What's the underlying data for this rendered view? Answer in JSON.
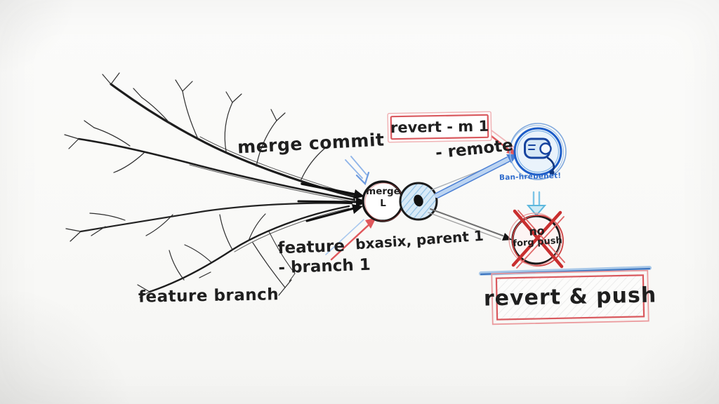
{
  "labels": {
    "merge_commit": "merge commit",
    "merge_node_line1": "merge",
    "merge_node_line2": "L",
    "feature_line1": "feature",
    "feature_line2": "- branch 1",
    "basis_parent": "bxasix, parent 1",
    "feature_branch": "feature branch",
    "revert_m1": "revert - m 1",
    "remote": "- remote",
    "remote_caption": "Ban-hrebenet!",
    "no_force_line1": "no",
    "no_force_line2": "forg push",
    "revert_push": "revert & push"
  },
  "icons": {
    "remote_repo": "remote-repo-icon",
    "no_force_push": "no-force-push-icon",
    "tree_sketch": "feature-branch-tree-sketch"
  },
  "colors": {
    "background": "#fafaf9",
    "ink": "#1f1f1f",
    "red": "#d9534f",
    "pink": "#f0b4b6",
    "blue": "#4a7fd4",
    "light_blue": "#a9c9ee",
    "sky_blue": "#7cc4e6",
    "icon_blue": "#1d5dc8",
    "caption_blue": "#2e6bcc",
    "pencil_gray": "#8a8a8a"
  }
}
